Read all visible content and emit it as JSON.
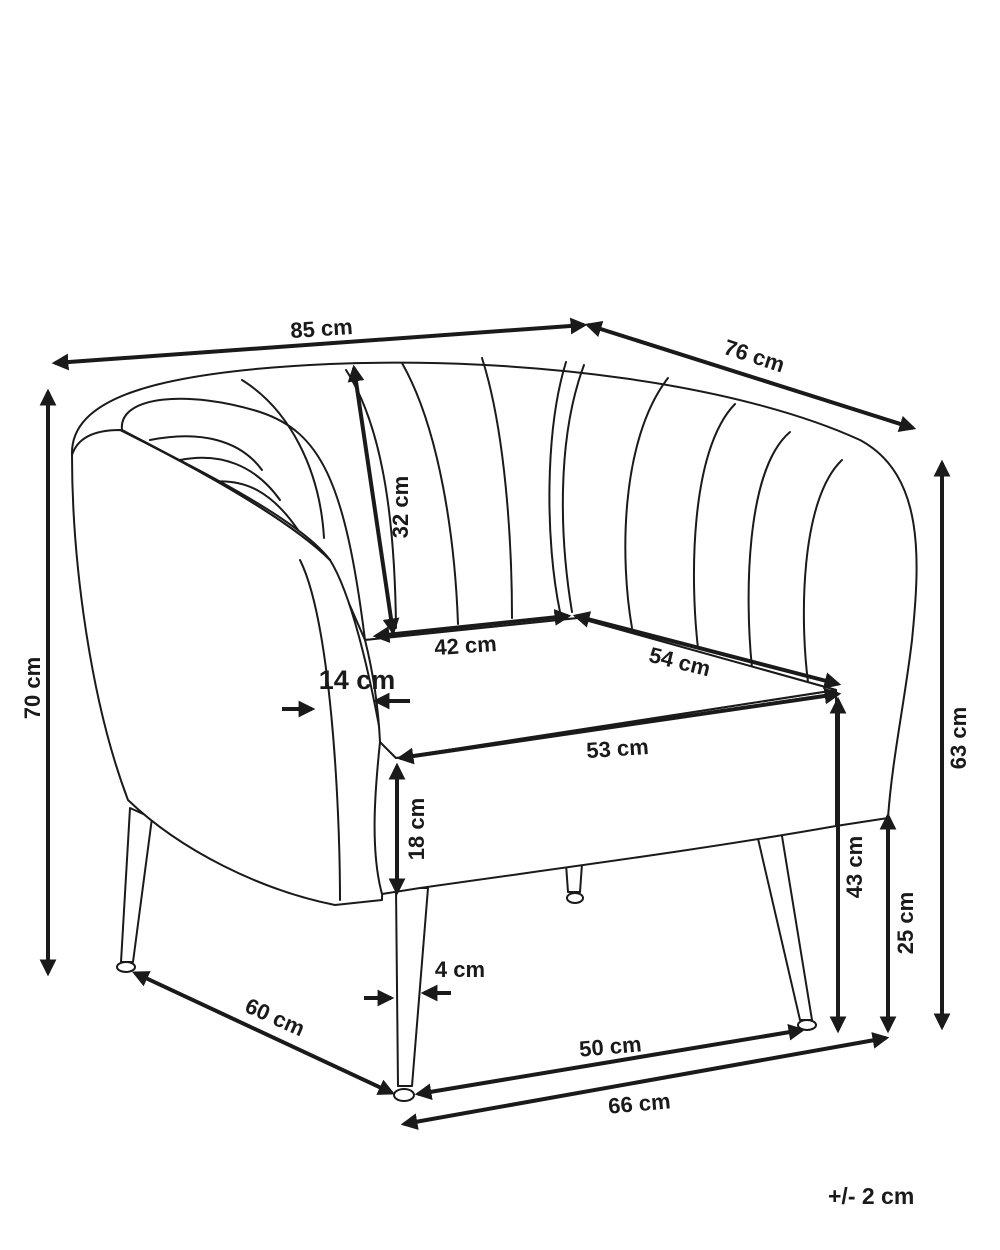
{
  "dimensions": {
    "width_total": "85 cm",
    "depth_total": "76 cm",
    "height_total": "70 cm",
    "height_arm": "63 cm",
    "backrest_height": "32 cm",
    "seat_width_back": "42 cm",
    "seat_depth": "54 cm",
    "armrest_width": "14 cm",
    "seat_width_front": "53 cm",
    "seat_thickness": "18 cm",
    "seat_height": "43 cm",
    "leg_height": "25 cm",
    "leg_width": "4 cm",
    "side_leg_span": "60 cm",
    "inner_leg_span": "50 cm",
    "front_leg_span": "66 cm"
  },
  "tolerance": "+/- 2 cm"
}
